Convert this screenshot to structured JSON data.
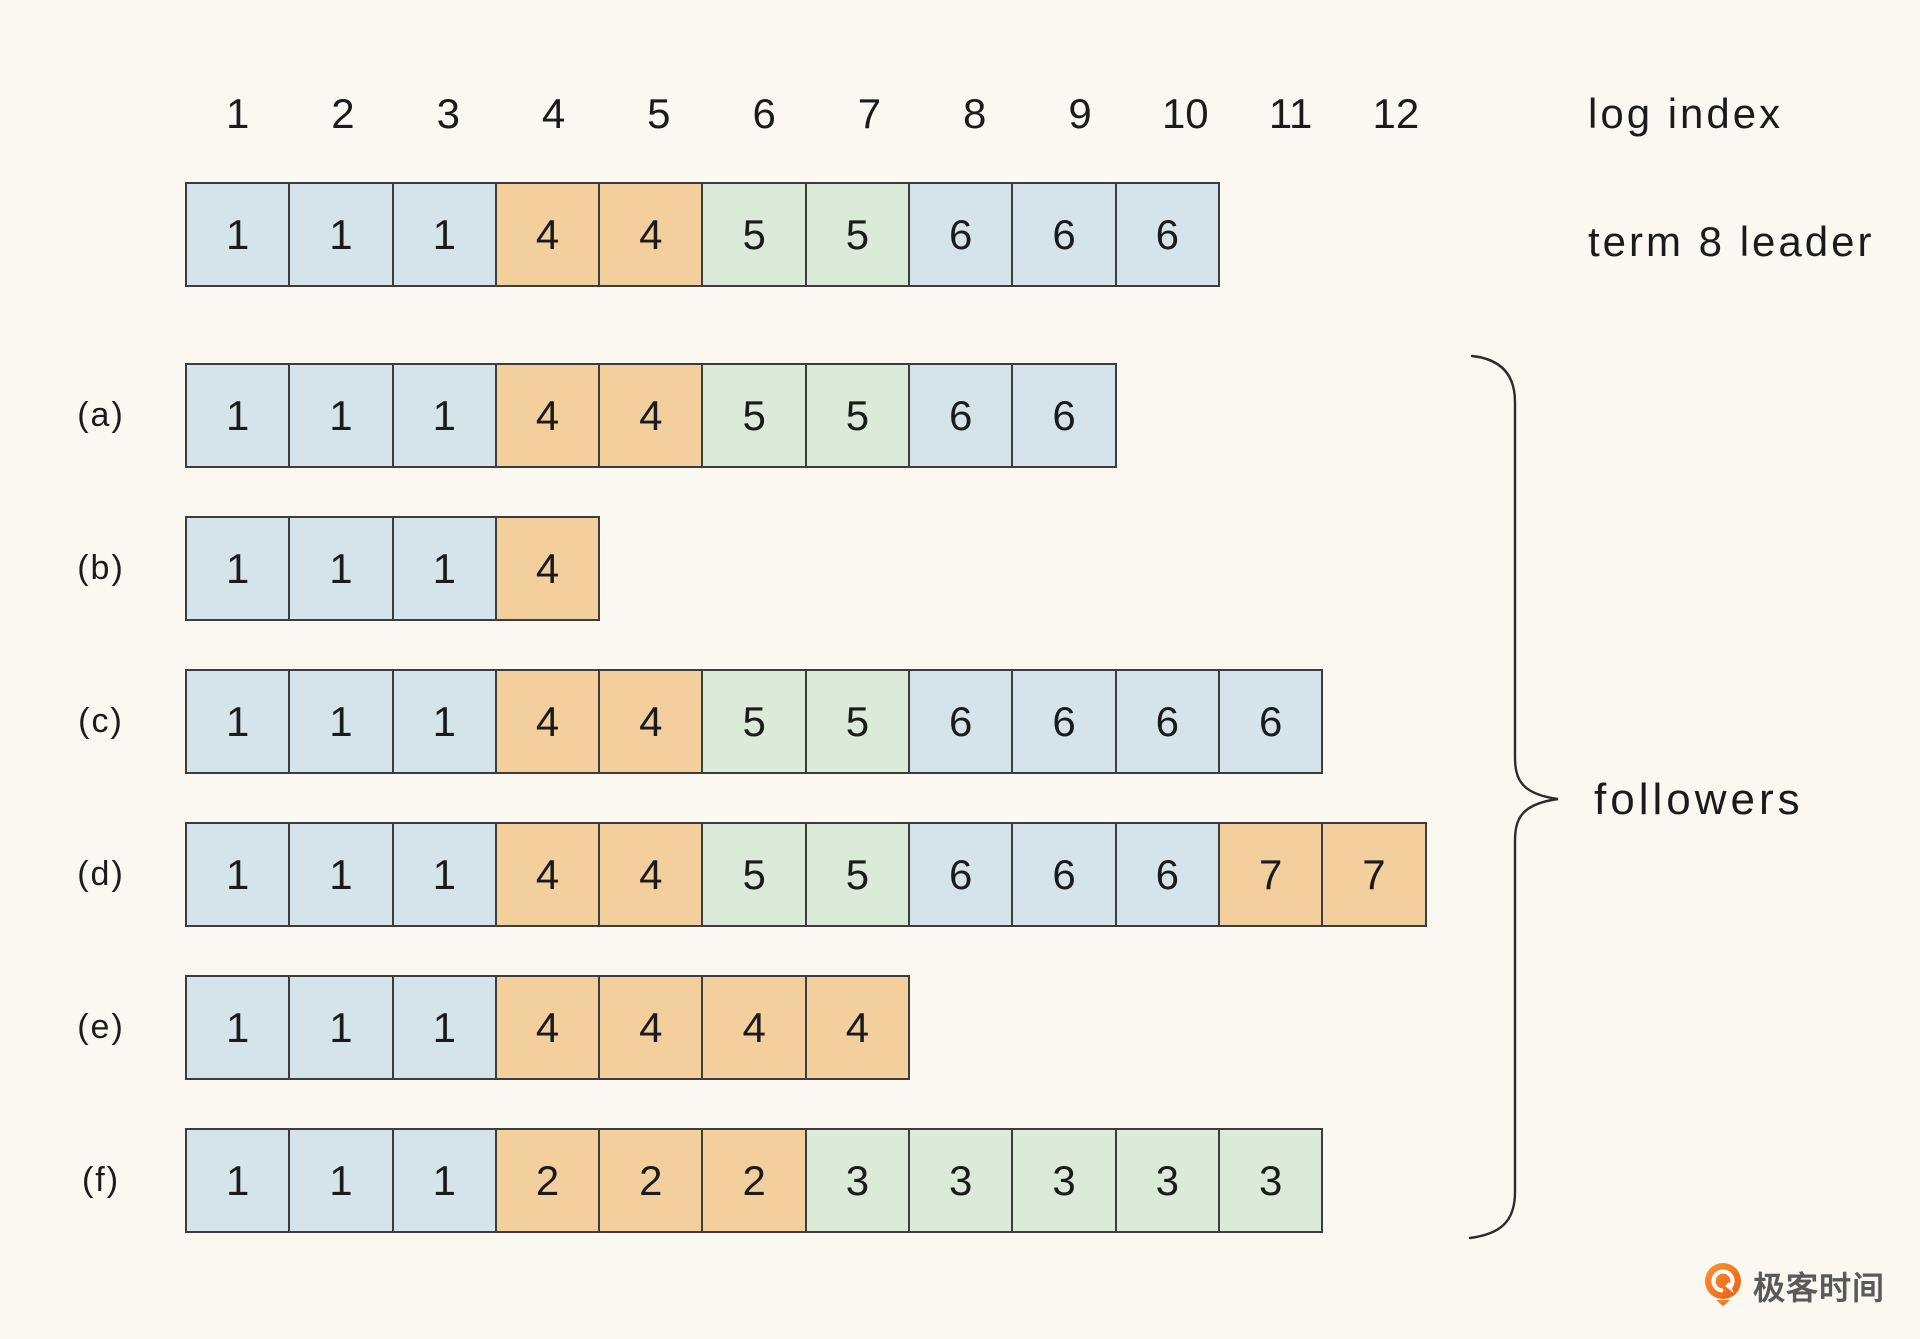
{
  "colors": {
    "background": "#faf8f1",
    "term_blue": "#d5e4eb",
    "term_orange": "#f4cf9e",
    "term_green": "#dcead9",
    "cell_border": "#3d3d3d",
    "brace_stroke": "#2c2c2c",
    "logo_orange": "#ee6c1b",
    "logo_text_gray": "#595959"
  },
  "header": {
    "log_indices": [
      "1",
      "2",
      "3",
      "4",
      "5",
      "6",
      "7",
      "8",
      "9",
      "10",
      "11",
      "12"
    ],
    "log_index_label": "log index"
  },
  "leader": {
    "label": "term 8 leader",
    "cells": [
      {
        "term": "1",
        "color": "blue"
      },
      {
        "term": "1",
        "color": "blue"
      },
      {
        "term": "1",
        "color": "blue"
      },
      {
        "term": "4",
        "color": "orange"
      },
      {
        "term": "4",
        "color": "orange"
      },
      {
        "term": "5",
        "color": "green"
      },
      {
        "term": "5",
        "color": "green"
      },
      {
        "term": "6",
        "color": "blue"
      },
      {
        "term": "6",
        "color": "blue"
      },
      {
        "term": "6",
        "color": "blue"
      }
    ]
  },
  "followers": {
    "brace_label": "followers",
    "rows": [
      {
        "id": "(a)",
        "cells": [
          {
            "term": "1",
            "color": "blue"
          },
          {
            "term": "1",
            "color": "blue"
          },
          {
            "term": "1",
            "color": "blue"
          },
          {
            "term": "4",
            "color": "orange"
          },
          {
            "term": "4",
            "color": "orange"
          },
          {
            "term": "5",
            "color": "green"
          },
          {
            "term": "5",
            "color": "green"
          },
          {
            "term": "6",
            "color": "blue"
          },
          {
            "term": "6",
            "color": "blue"
          }
        ]
      },
      {
        "id": "(b)",
        "cells": [
          {
            "term": "1",
            "color": "blue"
          },
          {
            "term": "1",
            "color": "blue"
          },
          {
            "term": "1",
            "color": "blue"
          },
          {
            "term": "4",
            "color": "orange"
          }
        ]
      },
      {
        "id": "(c)",
        "cells": [
          {
            "term": "1",
            "color": "blue"
          },
          {
            "term": "1",
            "color": "blue"
          },
          {
            "term": "1",
            "color": "blue"
          },
          {
            "term": "4",
            "color": "orange"
          },
          {
            "term": "4",
            "color": "orange"
          },
          {
            "term": "5",
            "color": "green"
          },
          {
            "term": "5",
            "color": "green"
          },
          {
            "term": "6",
            "color": "blue"
          },
          {
            "term": "6",
            "color": "blue"
          },
          {
            "term": "6",
            "color": "blue"
          },
          {
            "term": "6",
            "color": "blue"
          }
        ]
      },
      {
        "id": "(d)",
        "cells": [
          {
            "term": "1",
            "color": "blue"
          },
          {
            "term": "1",
            "color": "blue"
          },
          {
            "term": "1",
            "color": "blue"
          },
          {
            "term": "4",
            "color": "orange"
          },
          {
            "term": "4",
            "color": "orange"
          },
          {
            "term": "5",
            "color": "green"
          },
          {
            "term": "5",
            "color": "green"
          },
          {
            "term": "6",
            "color": "blue"
          },
          {
            "term": "6",
            "color": "blue"
          },
          {
            "term": "6",
            "color": "blue"
          },
          {
            "term": "7",
            "color": "orange"
          },
          {
            "term": "7",
            "color": "orange"
          }
        ]
      },
      {
        "id": "(e)",
        "cells": [
          {
            "term": "1",
            "color": "blue"
          },
          {
            "term": "1",
            "color": "blue"
          },
          {
            "term": "1",
            "color": "blue"
          },
          {
            "term": "4",
            "color": "orange"
          },
          {
            "term": "4",
            "color": "orange"
          },
          {
            "term": "4",
            "color": "orange"
          },
          {
            "term": "4",
            "color": "orange"
          }
        ]
      },
      {
        "id": "(f)",
        "cells": [
          {
            "term": "1",
            "color": "blue"
          },
          {
            "term": "1",
            "color": "blue"
          },
          {
            "term": "1",
            "color": "blue"
          },
          {
            "term": "2",
            "color": "orange"
          },
          {
            "term": "2",
            "color": "orange"
          },
          {
            "term": "2",
            "color": "orange"
          },
          {
            "term": "3",
            "color": "green"
          },
          {
            "term": "3",
            "color": "green"
          },
          {
            "term": "3",
            "color": "green"
          },
          {
            "term": "3",
            "color": "green"
          },
          {
            "term": "3",
            "color": "green"
          }
        ]
      }
    ]
  },
  "logo": {
    "text": "极客时间"
  }
}
